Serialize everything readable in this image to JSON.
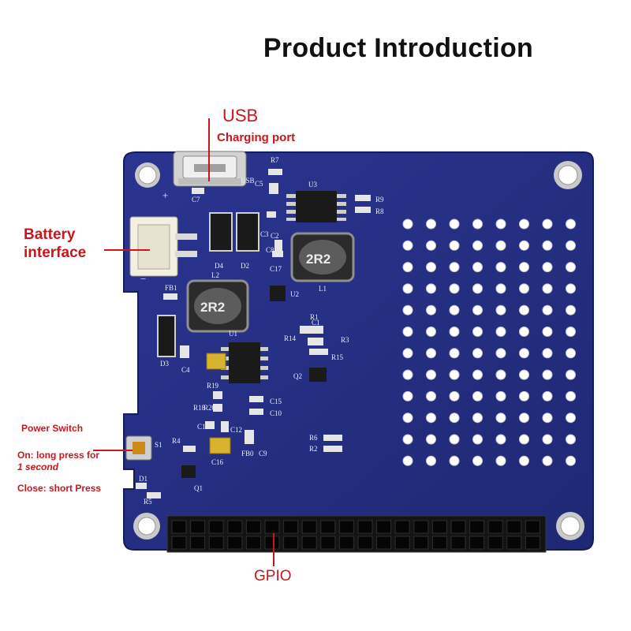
{
  "title": "Product Introduction",
  "labels": {
    "usb": "USB",
    "usb_sub": "Charging port",
    "battery_line1": "Battery",
    "battery_line2": "interface",
    "power_switch": "Power Switch",
    "power_on_line1": "On: long press for",
    "power_on_line2": "1 second",
    "power_close": "Close: short Press",
    "gpio": "GPIO"
  },
  "silkscreen": {
    "usb": "USB",
    "r7": "R7",
    "c5": "C5",
    "u3": "U3",
    "c7": "C7",
    "r9": "R9",
    "r8": "R8",
    "d4": "D4",
    "d2": "D2",
    "c3": "C3",
    "c2": "C2",
    "c8": "C8",
    "c17": "C17",
    "l1": "L1",
    "u2": "U2",
    "l2": "L2",
    "fb1": "FB1",
    "ind": "2R2",
    "r1": "R1",
    "c1": "C1",
    "r14": "R14",
    "r3": "R3",
    "r15": "R15",
    "d3": "D3",
    "c4": "C4",
    "u1": "U1",
    "r19": "R19",
    "r18": "R18",
    "r20": "R20",
    "c15": "C15",
    "c10": "C10",
    "c11": "C11",
    "c12": "C12",
    "r4": "R4",
    "c16": "C16",
    "fb0": "FB0",
    "c9": "C9",
    "s1": "S1",
    "r6": "R6",
    "r2": "R2",
    "d1": "D1",
    "r5": "R5",
    "q1": "Q1",
    "q2": "Q2",
    "plus": "+",
    "minus": "−"
  },
  "colors": {
    "board": "#26307f",
    "accent": "#c8161d"
  },
  "grid": {
    "rows": 12,
    "cols": 8
  }
}
